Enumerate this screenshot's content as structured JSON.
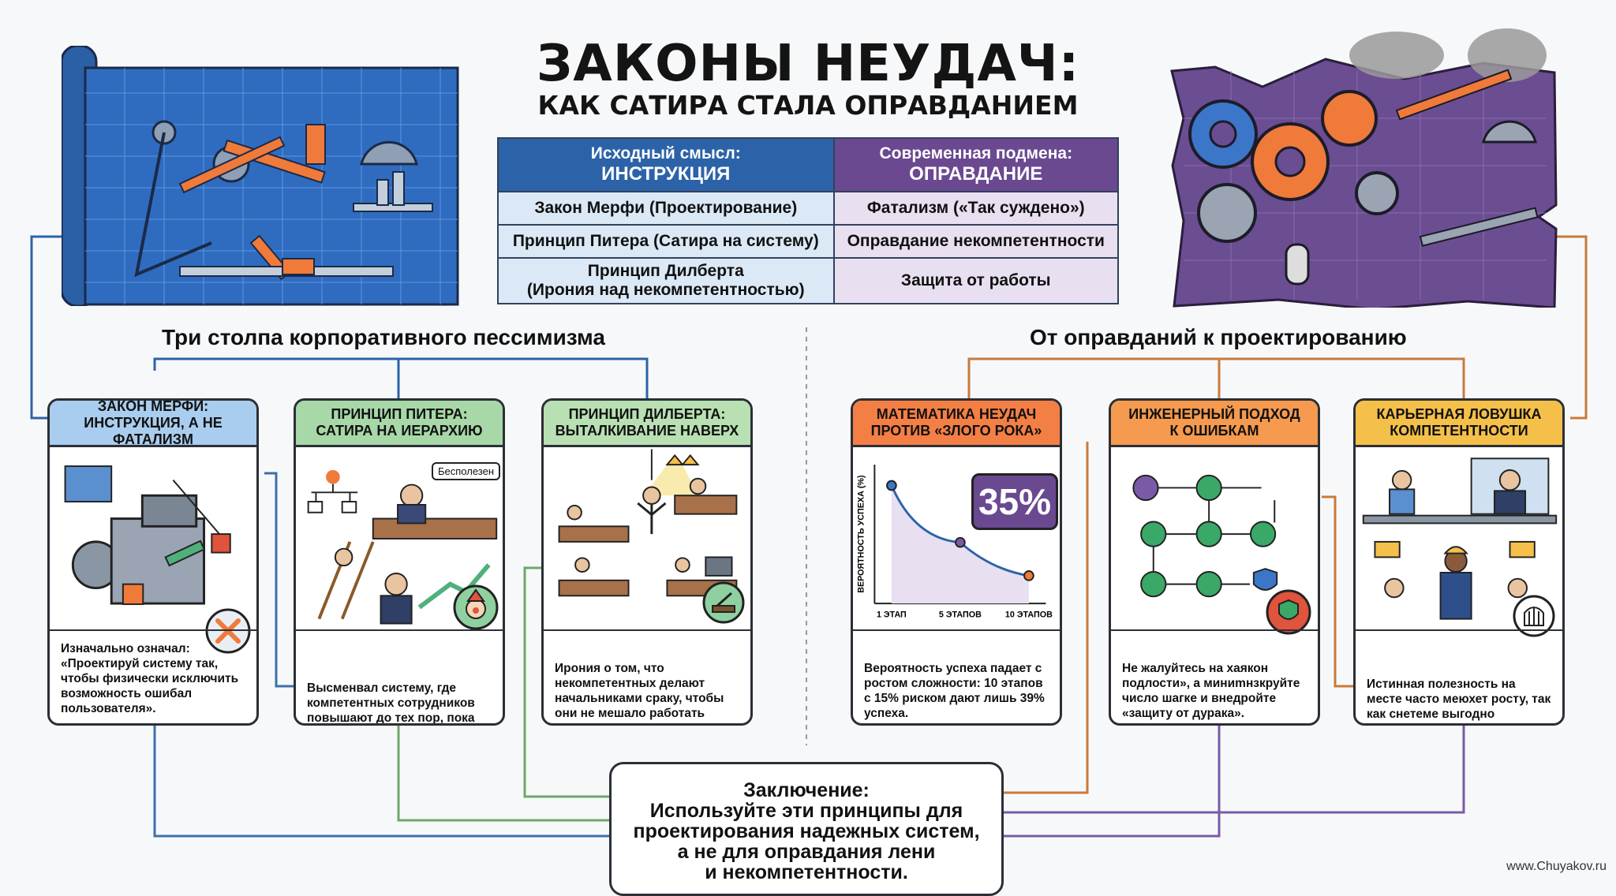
{
  "header": {
    "title": "ЗАКОНЫ НЕУДАЧ:",
    "subtitle": "КАК САТИРА СТАЛА ОПРАВДАНИЕМ"
  },
  "comparison": {
    "col1_header_top": "Исходный смысл:",
    "col1_header_main": "ИНСТРУКЦИЯ",
    "col2_header_top": "Современная подмена:",
    "col2_header_main": "ОПРАВДАНИЕ",
    "rows": [
      {
        "left": "Закон Мерфи (Проектирование)",
        "right": "Фатализм («Так суждено»)"
      },
      {
        "left": "Принцип Питера (Сатира на систему)",
        "right": "Оправдание некомпетентности"
      },
      {
        "left_line1": "Принцип Дилберта",
        "left_line2": "(Ирония над некомпетентностью)",
        "right": "Защита от работы"
      }
    ]
  },
  "sections": {
    "left": "Три столпа корпоративного пессимизма",
    "right": "От оправданий к проектированию"
  },
  "cards": [
    {
      "title1": "ЗАКОН МЕРФИ:",
      "title2": "ИНСТРУКЦИЯ, А НЕ ФАТАЛИЗМ",
      "color": "#a9cdee",
      "text": "Изначально означал: «Проектируй систему так, чтобы физически исключить возможность ошибал пользователя»."
    },
    {
      "title1": "ПРИНЦИП ПИТЕРА:",
      "title2": "САТИРА НА ИЕРАРХИЮ",
      "color": "#a8d8a8",
      "text": "Высменвал систему, где компетентных сотрудников повышают до тех пор, пока они не станут бесполезны.",
      "bubble": "Бесполезен"
    },
    {
      "title1": "ПРИНЦИП ДИЛБЕРТА:",
      "title2": "ВЫТАЛКИВАНИЕ НАВЕРХ",
      "color": "#b9e0b3",
      "text": "Ирония о том, что некомпетентных делают начальниками сраку, чтобы они не мешало работать другим."
    },
    {
      "title1": "МАТЕМАТИКА НЕУДАЧ",
      "title2": "ПРОТИВ «ЗЛОГО РОКА»",
      "color": "#f47f45",
      "text": "Вероятность успеха падает с ростом сложности: 10 этапов с 15% риском дают лишь 39% успеха.",
      "badge": "35%"
    },
    {
      "title1": "ИНЖЕНЕРНЫЙ ПОДХОД",
      "title2": "К ОШИБКАМ",
      "color": "#f59a4e",
      "text": "Не жалуйтесь на хаякон подлости», а миниmнзкруйте число шагке и внедройте «защиту от дурака»."
    },
    {
      "title1": "КАРЬЕРНАЯ ЛОВУШКА",
      "title2": "КОМПЕТЕНТНОСТИ",
      "color": "#f5c04a",
      "text": "Истинная полезность на месте часто меюхет росту, так как снетеме выгодно оставить профессионала внизу."
    }
  ],
  "chart_data": {
    "type": "line",
    "ylabel": "ВЕРОЯТНОСТЬ УСПЕХА (%)",
    "categories": [
      "1 ЭТАП",
      "5 ЭТАПОВ",
      "10 ЭТАПОВ"
    ],
    "values": [
      85,
      44,
      20
    ],
    "ylim": [
      0,
      100
    ],
    "grid": false
  },
  "conclusion": {
    "line1": "Заключение:",
    "line2": "Используйте эти принципы для",
    "line3": "проектирования надежных систем,",
    "line4": "а не для оправдания лени",
    "line5": "и некомпетентности."
  },
  "footer": {
    "site": "www.Chuyakov.ru"
  },
  "colors": {
    "blueprint": "#2c63a8",
    "purple": "#6a4991",
    "orange": "#f47f45"
  }
}
